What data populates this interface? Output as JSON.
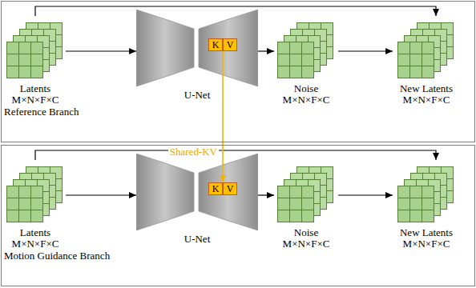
{
  "diagram": {
    "nodes": [
      {
        "text": [
          "Reference Branch"
        ]
      },
      {
        "text": [
          "Latents",
          "M×N×F×C"
        ],
        "in": 0
      },
      {
        "text": [
          "U-Net"
        ],
        "in": 0
      },
      {
        "text": [
          "K"
        ],
        "in": 2
      },
      {
        "text": [
          "V"
        ],
        "in": 2
      },
      {
        "text": [
          "Noise",
          "M×N×F×C"
        ],
        "in": 0
      },
      {
        "text": [
          "New Latents",
          "M×N×F×C"
        ],
        "in": 0
      },
      {
        "text": [
          "Motion Guidance Branch"
        ]
      },
      {
        "text": [
          "Latents",
          "M×N×F×C"
        ],
        "in": 7
      },
      {
        "text": [
          "U-Net"
        ],
        "in": 7
      },
      {
        "text": [
          "K"
        ],
        "in": 9
      },
      {
        "text": [
          "V"
        ],
        "in": 9
      },
      {
        "text": [
          "Noise",
          "M×N×F×C"
        ],
        "in": 7
      },
      {
        "text": [
          "New Latents",
          "M×N×F×C"
        ],
        "in": 7
      }
    ],
    "edges": [
      {
        "from": 1,
        "to": 2,
        "arrow": "to"
      },
      {
        "from": 2,
        "to": 5,
        "arrow": "to"
      },
      {
        "from": 5,
        "to": 6,
        "arrow": "to"
      },
      {
        "from": 1,
        "to": 6,
        "arrow": "to"
      },
      {
        "from": 8,
        "to": 9,
        "arrow": "to"
      },
      {
        "from": 9,
        "to": 12,
        "arrow": "to"
      },
      {
        "from": 12,
        "to": 13,
        "arrow": "to"
      },
      {
        "from": 8,
        "to": 13,
        "arrow": "to"
      },
      {
        "from": 3,
        "to": 10,
        "label": "Shared-KV",
        "arrow": "to"
      }
    ]
  }
}
